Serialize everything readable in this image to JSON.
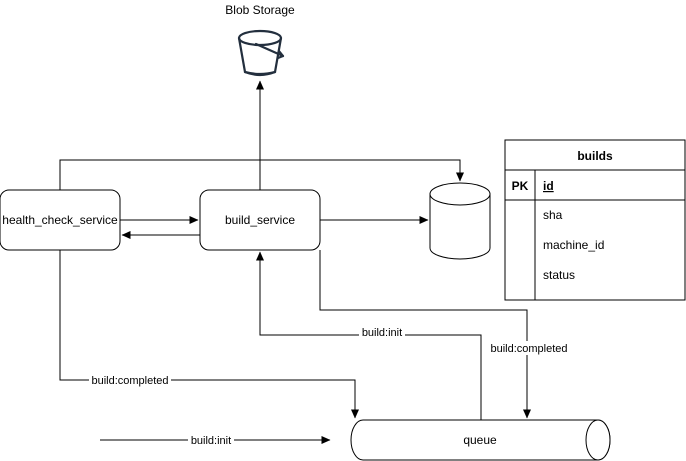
{
  "diagram": {
    "blob_storage_label": "Blob Storage",
    "nodes": {
      "health_check_service": "health_check_service",
      "build_service": "build_service",
      "queue": "queue"
    },
    "edge_labels": {
      "build_init_top": "build:init",
      "build_completed_right": "build:completed",
      "build_completed_left": "build:completed",
      "build_init_bottom": "build:init"
    },
    "table": {
      "title": "builds",
      "pk_label": "PK",
      "fields": [
        "id",
        "sha",
        "machine_id",
        "status"
      ]
    }
  }
}
